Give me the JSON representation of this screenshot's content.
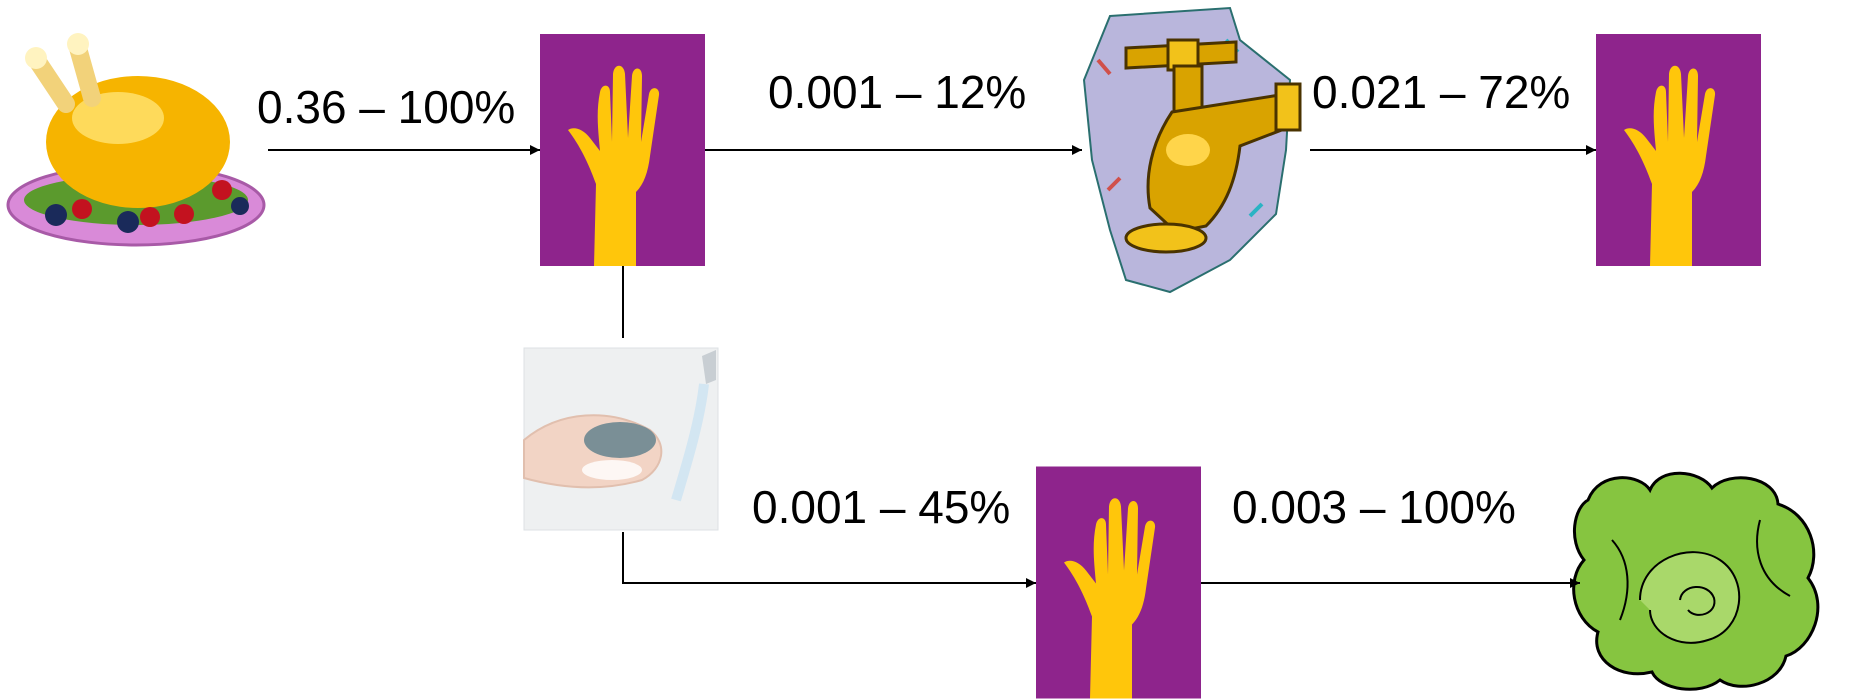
{
  "colors": {
    "hand_tile": "#8e248c",
    "hand": "#ffc60b",
    "arrow": "#000000",
    "chicken": "#f6b400",
    "plate": "#d98ad8",
    "faucet": "#d9a300",
    "faucet_backdrop": "#b9b6dc",
    "lettuce": "#86c540",
    "soap_sink": "#eef0f1",
    "skin": "#f2d4c5"
  },
  "nodes": [
    {
      "id": "chicken",
      "icon": "roast-chicken-icon"
    },
    {
      "id": "hand_1",
      "icon": "hand-icon"
    },
    {
      "id": "faucet",
      "icon": "faucet-icon"
    },
    {
      "id": "hand_2",
      "icon": "hand-icon"
    },
    {
      "id": "handwashing",
      "icon": "handwashing-photo"
    },
    {
      "id": "hand_3",
      "icon": "hand-icon"
    },
    {
      "id": "lettuce",
      "icon": "lettuce-icon"
    }
  ],
  "edges": [
    {
      "id": "chicken-to-hand",
      "from": "chicken",
      "to": "hand_1",
      "label": "0.36 – 100%"
    },
    {
      "id": "hand-to-faucet",
      "from": "hand_1",
      "to": "faucet",
      "label": "0.001 – 12%"
    },
    {
      "id": "faucet-to-hand",
      "from": "faucet",
      "to": "hand_2",
      "label": "0.021 – 72%"
    },
    {
      "id": "hand-to-washing",
      "from": "hand_1",
      "to": "handwashing",
      "label": ""
    },
    {
      "id": "washing-to-hand",
      "from": "handwashing",
      "to": "hand_3",
      "label": "0.001 – 45%"
    },
    {
      "id": "hand-to-lettuce",
      "from": "hand_3",
      "to": "lettuce",
      "label": "0.003 – 100%"
    }
  ]
}
